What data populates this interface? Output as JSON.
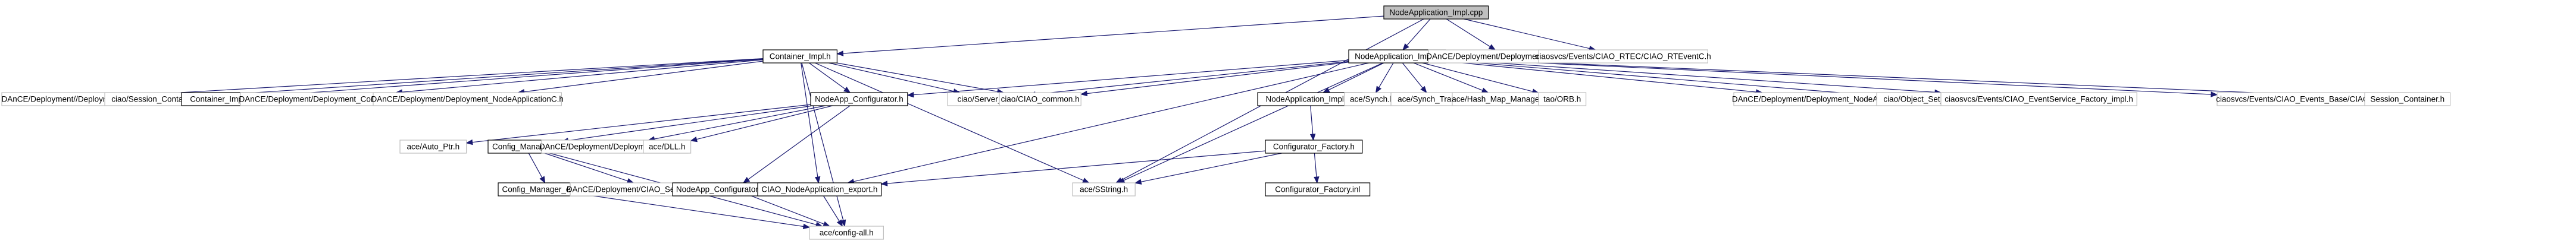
{
  "title": "NodeApplication_Impl.cpp include dependency graph",
  "colors": {
    "edge": "#191970",
    "root_fill": "#bfbfbf",
    "local_border": "#000000",
    "external_border": "#bfbfbf",
    "node_fill": "#ffffff"
  },
  "nodes": [
    {
      "id": "root",
      "label": "NodeApplication_Impl.cpp",
      "kind": "root"
    },
    {
      "id": "container_impl_h",
      "label": "Container_Impl.h",
      "kind": "local"
    },
    {
      "id": "nodeapp_impl_h",
      "label": "NodeApplication_Impl.h",
      "kind": "local"
    },
    {
      "id": "deploy_eventsc",
      "label": "DAnCE/Deployment/Deployment_EventsC.h",
      "kind": "external"
    },
    {
      "id": "rtevent",
      "label": "ciaosvcs/Events/CIAO_RTEC/CIAO_RTEventC.h",
      "kind": "external"
    },
    {
      "id": "deploymentc",
      "label": "DAnCE/Deployment//DeploymentC.h",
      "kind": "external"
    },
    {
      "id": "session_container",
      "label": "ciao/Session_Container.h",
      "kind": "external"
    },
    {
      "id": "container_impl_inl",
      "label": "Container_Impl.inl",
      "kind": "local"
    },
    {
      "id": "containers",
      "label": "DAnCE/Deployment/Deployment_ContainerS.h",
      "kind": "external"
    },
    {
      "id": "nodeappc",
      "label": "DAnCE/Deployment/Deployment_NodeApplicationC.h",
      "kind": "external"
    },
    {
      "id": "nodeapp_configurator_h",
      "label": "NodeApp_Configurator.h",
      "kind": "local"
    },
    {
      "id": "server_init",
      "label": "ciao/Server_init.h",
      "kind": "external"
    },
    {
      "id": "ciao_common",
      "label": "ciao/CIAO_common.h",
      "kind": "external"
    },
    {
      "id": "nodeapp_impl_inl",
      "label": "NodeApplication_Impl.inl",
      "kind": "local"
    },
    {
      "id": "synch",
      "label": "ace/Synch.h",
      "kind": "external"
    },
    {
      "id": "synch_traits",
      "label": "ace/Synch_Traits.h",
      "kind": "external"
    },
    {
      "id": "hash_map",
      "label": "ace/Hash_Map_Manager_T.h",
      "kind": "external"
    },
    {
      "id": "orb",
      "label": "tao/ORB.h",
      "kind": "external"
    },
    {
      "id": "nodeapps",
      "label": "DAnCE/Deployment/Deployment_NodeApplicationS.h",
      "kind": "external"
    },
    {
      "id": "object_set",
      "label": "ciao/Object_Set_T.h",
      "kind": "external"
    },
    {
      "id": "eventservice_factory",
      "label": "ciaosvcs/Events/CIAO_EventService_Factory_impl.h",
      "kind": "external"
    },
    {
      "id": "events_s",
      "label": "ciaosvcs/Events/CIAO_Events_Base/CIAO_EventsS.h",
      "kind": "external"
    },
    {
      "id": "session_container_h",
      "label": "Session_Container.h",
      "kind": "external"
    },
    {
      "id": "auto_ptr",
      "label": "ace/Auto_Ptr.h",
      "kind": "external"
    },
    {
      "id": "config_manager_h",
      "label": "Config_Manager.h",
      "kind": "local"
    },
    {
      "id": "corec",
      "label": "DAnCE/Deployment/Deployment_CoreC.h",
      "kind": "external"
    },
    {
      "id": "dll",
      "label": "ace/DLL.h",
      "kind": "external"
    },
    {
      "id": "configurator_factory_h",
      "label": "Configurator_Factory.h",
      "kind": "local"
    },
    {
      "id": "config_manager_export",
      "label": "Config_Manager_export.h",
      "kind": "local"
    },
    {
      "id": "server_resourcesc",
      "label": "DAnCE/Deployment/CIAO_ServerResourcesC.h",
      "kind": "external"
    },
    {
      "id": "nodeapp_configurator_export",
      "label": "NodeApp_Configurator_Export.h",
      "kind": "local"
    },
    {
      "id": "ciao_nodeapp_export",
      "label": "CIAO_NodeApplication_export.h",
      "kind": "local"
    },
    {
      "id": "sstring",
      "label": "ace/SString.h",
      "kind": "external"
    },
    {
      "id": "configurator_factory_inl",
      "label": "Configurator_Factory.inl",
      "kind": "local"
    },
    {
      "id": "config_all",
      "label": "ace/config-all.h",
      "kind": "external"
    }
  ],
  "edges": [
    [
      "root",
      "container_impl_h"
    ],
    [
      "root",
      "nodeapp_impl_h"
    ],
    [
      "root",
      "deploy_eventsc"
    ],
    [
      "root",
      "rtevent"
    ],
    [
      "root",
      "sstring"
    ],
    [
      "container_impl_h",
      "deploymentc"
    ],
    [
      "container_impl_h",
      "session_container"
    ],
    [
      "container_impl_h",
      "container_impl_inl"
    ],
    [
      "container_impl_h",
      "containers"
    ],
    [
      "container_impl_h",
      "nodeappc"
    ],
    [
      "container_impl_h",
      "nodeapp_configurator_h"
    ],
    [
      "container_impl_h",
      "server_init"
    ],
    [
      "container_impl_h",
      "ciao_common"
    ],
    [
      "container_impl_h",
      "config_all"
    ],
    [
      "container_impl_h",
      "ciao_nodeapp_export"
    ],
    [
      "container_impl_h",
      "sstring"
    ],
    [
      "nodeapp_impl_h",
      "nodeapp_configurator_h"
    ],
    [
      "nodeapp_impl_h",
      "server_init"
    ],
    [
      "nodeapp_impl_h",
      "ciao_common"
    ],
    [
      "nodeapp_impl_h",
      "nodeapp_impl_inl"
    ],
    [
      "nodeapp_impl_h",
      "synch"
    ],
    [
      "nodeapp_impl_h",
      "synch_traits"
    ],
    [
      "nodeapp_impl_h",
      "hash_map"
    ],
    [
      "nodeapp_impl_h",
      "orb"
    ],
    [
      "nodeapp_impl_h",
      "nodeapps"
    ],
    [
      "nodeapp_impl_h",
      "object_set"
    ],
    [
      "nodeapp_impl_h",
      "eventservice_factory"
    ],
    [
      "nodeapp_impl_h",
      "events_s"
    ],
    [
      "nodeapp_impl_h",
      "session_container_h"
    ],
    [
      "nodeapp_impl_h",
      "ciao_nodeapp_export"
    ],
    [
      "nodeapp_impl_h",
      "sstring"
    ],
    [
      "nodeapp_configurator_h",
      "auto_ptr"
    ],
    [
      "nodeapp_configurator_h",
      "config_manager_h"
    ],
    [
      "nodeapp_configurator_h",
      "corec"
    ],
    [
      "nodeapp_configurator_h",
      "dll"
    ],
    [
      "nodeapp_configurator_h",
      "nodeapp_configurator_export"
    ],
    [
      "nodeapp_impl_inl",
      "configurator_factory_h"
    ],
    [
      "config_manager_h",
      "config_manager_export"
    ],
    [
      "config_manager_h",
      "server_resourcesc"
    ],
    [
      "config_manager_h",
      "config_all"
    ],
    [
      "configurator_factory_h",
      "ciao_nodeapp_export"
    ],
    [
      "configurator_factory_h",
      "sstring"
    ],
    [
      "configurator_factory_h",
      "configurator_factory_inl"
    ],
    [
      "config_manager_export",
      "config_all"
    ],
    [
      "nodeapp_configurator_export",
      "config_all"
    ],
    [
      "ciao_nodeapp_export",
      "config_all"
    ]
  ]
}
